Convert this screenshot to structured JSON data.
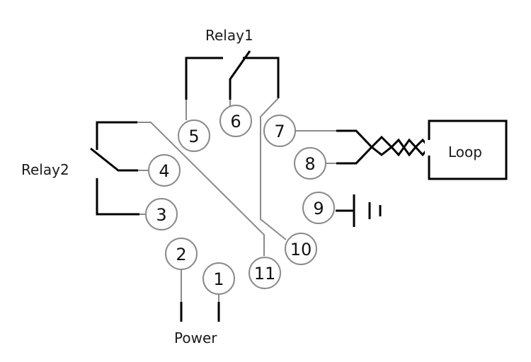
{
  "labels": {
    "relay1": "Relay1",
    "relay2": "Relay2",
    "power": "Power",
    "loop": "Loop"
  },
  "terminals": [
    "1",
    "2",
    "3",
    "4",
    "5",
    "6",
    "7",
    "8",
    "9",
    "10",
    "11"
  ],
  "colors": {
    "wire_black": "#000000",
    "wire_gray": "#8a8a8a",
    "terminal_stroke": "#8a8a8a"
  }
}
